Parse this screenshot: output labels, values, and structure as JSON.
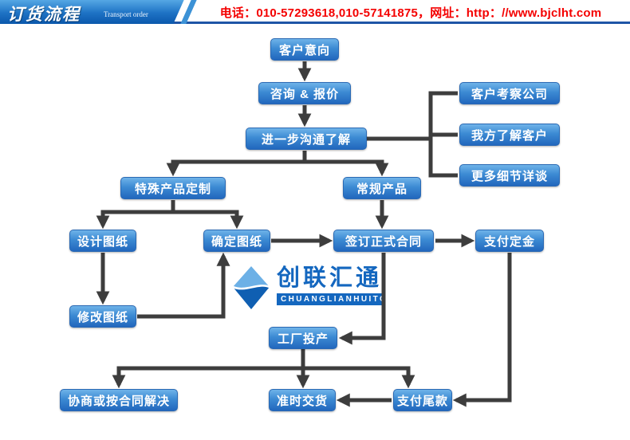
{
  "header": {
    "banner_title": "订货流程",
    "banner_subtitle": "Transport order",
    "contact": "电话：010-57293618,010-57141875，网址：http：//www.bjclht.com"
  },
  "watermark": {
    "brand_cn": "创联汇通",
    "brand_en": "CHUANGLIANHUITONG"
  },
  "diagram": {
    "type": "flowchart",
    "nodes": [
      {
        "id": "customer-intent",
        "label": "客户意向"
      },
      {
        "id": "consult-quote",
        "label": "咨询 & 报价"
      },
      {
        "id": "further-communication",
        "label": "进一步沟通了解"
      },
      {
        "id": "customer-visit-company",
        "label": "客户考察公司"
      },
      {
        "id": "we-know-customer",
        "label": "我方了解客户"
      },
      {
        "id": "more-details-talk",
        "label": "更多细节详谈"
      },
      {
        "id": "special-product-custom",
        "label": "特殊产品定制"
      },
      {
        "id": "regular-product",
        "label": "常规产品"
      },
      {
        "id": "design-drawing",
        "label": "设计图纸"
      },
      {
        "id": "confirm-drawing",
        "label": "确定图纸"
      },
      {
        "id": "sign-formal-contract",
        "label": "签订正式合同"
      },
      {
        "id": "pay-deposit",
        "label": "支付定金"
      },
      {
        "id": "modify-drawing",
        "label": "修改图纸"
      },
      {
        "id": "factory-production",
        "label": "工厂投产"
      },
      {
        "id": "negotiate-or-contract",
        "label": "协商或按合同解决"
      },
      {
        "id": "on-time-delivery",
        "label": "准时交货"
      },
      {
        "id": "pay-balance",
        "label": "支付尾款"
      }
    ],
    "edges": [
      {
        "from": "customer-intent",
        "to": "consult-quote"
      },
      {
        "from": "consult-quote",
        "to": "further-communication"
      },
      {
        "from": "further-communication",
        "to": "customer-visit-company"
      },
      {
        "from": "further-communication",
        "to": "we-know-customer"
      },
      {
        "from": "further-communication",
        "to": "more-details-talk"
      },
      {
        "from": "further-communication",
        "to": "special-product-custom"
      },
      {
        "from": "further-communication",
        "to": "regular-product"
      },
      {
        "from": "special-product-custom",
        "to": "design-drawing"
      },
      {
        "from": "special-product-custom",
        "to": "confirm-drawing"
      },
      {
        "from": "design-drawing",
        "to": "modify-drawing"
      },
      {
        "from": "modify-drawing",
        "to": "confirm-drawing"
      },
      {
        "from": "confirm-drawing",
        "to": "sign-formal-contract"
      },
      {
        "from": "regular-product",
        "to": "sign-formal-contract"
      },
      {
        "from": "sign-formal-contract",
        "to": "pay-deposit"
      },
      {
        "from": "sign-formal-contract",
        "to": "factory-production"
      },
      {
        "from": "factory-production",
        "to": "negotiate-or-contract"
      },
      {
        "from": "factory-production",
        "to": "on-time-delivery"
      },
      {
        "from": "factory-production",
        "to": "pay-balance"
      },
      {
        "from": "pay-deposit",
        "to": "pay-balance"
      },
      {
        "from": "pay-balance",
        "to": "on-time-delivery"
      }
    ]
  },
  "colors": {
    "node_blue_top": "#6fb3e9",
    "node_blue_bottom": "#2267bd",
    "arrow": "#3d3d3d",
    "contact_red": "#f40000",
    "banner_blue": "#0b58ac",
    "brand_blue": "#1467bf"
  }
}
